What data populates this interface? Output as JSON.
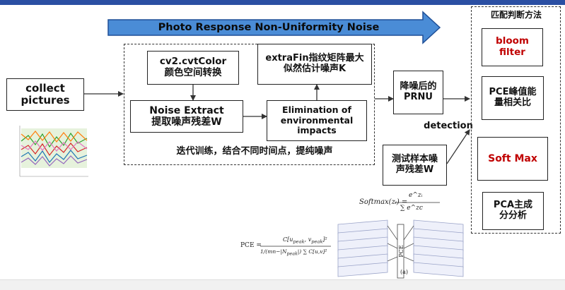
{
  "banner": {
    "label": "Photo Response Non-Uniformity Noise"
  },
  "boxes": {
    "collect": "collect pictures",
    "cvtcolor_line1": "cv2.cvtColor",
    "cvtcolor_line2": "颜色空间转换",
    "noise_extract_line1": "Noise Extract",
    "noise_extract_line2": "提取噪声残差W",
    "elimination": "Elimination of environmental impacts",
    "extrafin": "extraFin指纹矩阵最大似然估计噪声K",
    "denoised": "降噪后的PRNU",
    "test_sample": "测试样本噪声残差W"
  },
  "labels": {
    "iter_caption": "迭代训练，结合不同时间点，提纯噪声",
    "detection": "detection"
  },
  "methods": {
    "title": "匹配判断方法",
    "bloom": "bloom filter",
    "pce": "PCE峰值能量相关比",
    "softmax": "Soft Max",
    "pca": "PCA主成分分析"
  },
  "colors": {
    "banner_fill": "#4a8cd6",
    "banner_border": "#1f4f97",
    "accent_red": "#c00000",
    "topbar": "#2b4fa3"
  },
  "formulas": {
    "softmax_lhs": "Softmax(zᵢ) =",
    "softmax_num": "e^zᵢ",
    "softmax_den": "∑ e^zc",
    "pce_lhs": "PCE =",
    "pce_label": "PCE",
    "nn_caption": "(a)"
  }
}
